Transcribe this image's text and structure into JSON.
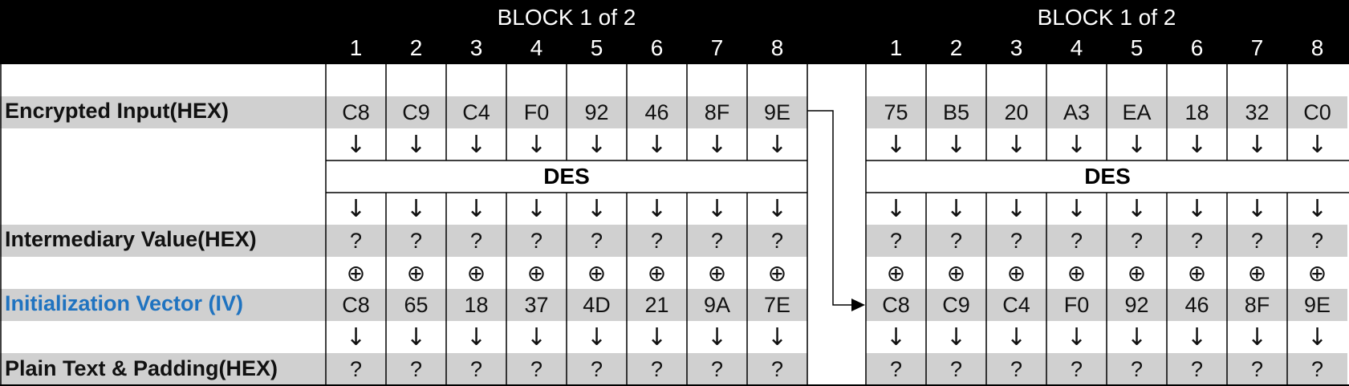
{
  "blocks": [
    {
      "title": "BLOCK 1 of 2",
      "columns": [
        "1",
        "2",
        "3",
        "4",
        "5",
        "6",
        "7",
        "8"
      ],
      "encrypted": [
        "C8",
        "C9",
        "C4",
        "F0",
        "92",
        "46",
        "8F",
        "9E"
      ],
      "intermediary": [
        "?",
        "?",
        "?",
        "?",
        "?",
        "?",
        "?",
        "?"
      ],
      "iv": [
        "C8",
        "65",
        "18",
        "37",
        "4D",
        "21",
        "9A",
        "7E"
      ],
      "plain": [
        "?",
        "?",
        "?",
        "?",
        "?",
        "?",
        "?",
        "?"
      ],
      "cipher": "DES"
    },
    {
      "title": "BLOCK 1 of 2",
      "columns": [
        "1",
        "2",
        "3",
        "4",
        "5",
        "6",
        "7",
        "8"
      ],
      "encrypted": [
        "75",
        "B5",
        "20",
        "A3",
        "EA",
        "18",
        "32",
        "C0"
      ],
      "intermediary": [
        "?",
        "?",
        "?",
        "?",
        "?",
        "?",
        "?",
        "?"
      ],
      "iv": [
        "C8",
        "C9",
        "C4",
        "F0",
        "92",
        "46",
        "8F",
        "9E"
      ],
      "plain": [
        "?",
        "?",
        "?",
        "?",
        "?",
        "?",
        "?",
        "?"
      ],
      "cipher": "DES"
    }
  ],
  "row_labels": {
    "encrypted": "Encrypted Input(HEX)",
    "intermediary": "Intermediary Value(HEX)",
    "iv": "Initialization Vector (IV)",
    "plain": "Plain Text & Padding(HEX)"
  },
  "symbols": {
    "down_arrow": "↓",
    "xor": "⊕"
  },
  "colors": {
    "header_bg": "#000000",
    "band": "#d0d0d0",
    "iv_label": "#1f73c0",
    "grid": "#000000"
  }
}
